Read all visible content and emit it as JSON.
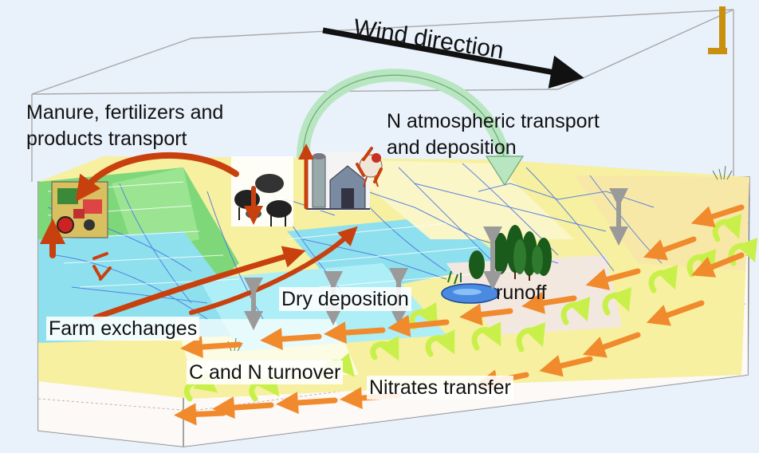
{
  "labels": {
    "wind": "Wind direction",
    "manure_line1": "Manure, fertilizers and",
    "manure_line2": "products transport",
    "natm_line1": "N atmospheric transport",
    "natm_line2": "and deposition",
    "dry": "Dry deposition",
    "runoff": "runoff",
    "farm": "Farm exchanges",
    "turnover": "C and N turnover",
    "nitrates": "Nitrates transfer"
  },
  "colors": {
    "background": "#e9f1fb",
    "farm_arrow": "#c8400e",
    "nitrate_arrow": "#f08a2c",
    "turnover_arrow": "#c9f04a",
    "deposition_arrow": "#9a9a9a",
    "wind_arrow": "#111111",
    "atmospheric_arrow": "#b8e6c0",
    "stream": "#4a78e0",
    "field_yellow": "#f6f0a0",
    "field_green": "#7ed87a",
    "field_cyan": "#8fe0ee",
    "soil": "#f4e8dc"
  },
  "icons": [
    "tractor-icon",
    "cattle-icon",
    "farm-barn-icon",
    "poultry-icon",
    "forest-icon",
    "pond-icon",
    "grass-tuft-icon",
    "post-icon"
  ]
}
